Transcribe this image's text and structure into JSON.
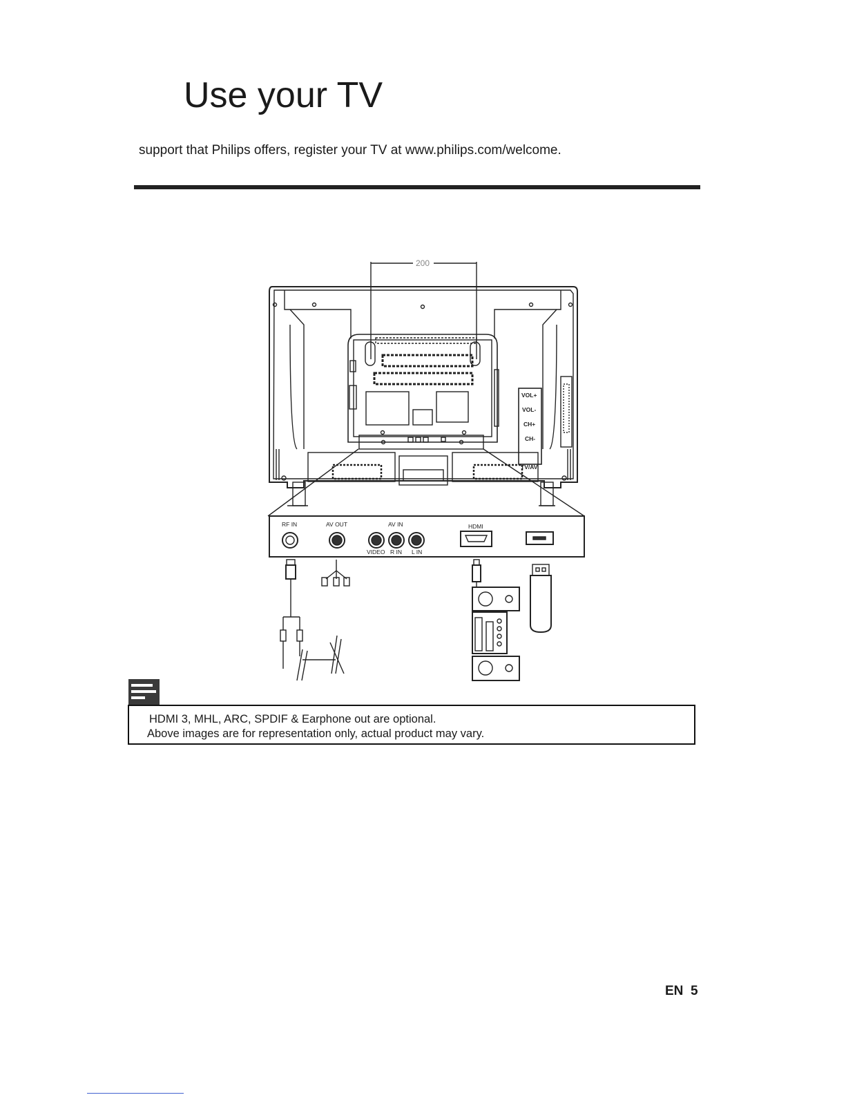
{
  "page": {
    "title": "Use your TV",
    "intro": "support that Philips offers, register your TV at www.philips.com/welcome."
  },
  "diagram": {
    "dimension_label": "200",
    "side_buttons": [
      "VOL+",
      "VOL-",
      "CH+",
      "CH-",
      "TV/AV"
    ],
    "port_labels": {
      "rf_in": "RF IN",
      "av_out": "AV OUT",
      "av_in": "AV IN",
      "video": "VIDEO",
      "r_in": "R IN",
      "l_in": "L IN",
      "hdmi": "HDMI"
    },
    "icons": [
      "note-icon",
      "usb-stick-icon",
      "antenna-icon",
      "speaker-icon"
    ]
  },
  "note": {
    "line1": "HDMI 3, MHL, ARC, SPDIF & Earphone out are optional.",
    "line2": "Above images are for representation only, actual product may vary."
  },
  "footer": {
    "lang": "EN",
    "page_number": "5"
  }
}
